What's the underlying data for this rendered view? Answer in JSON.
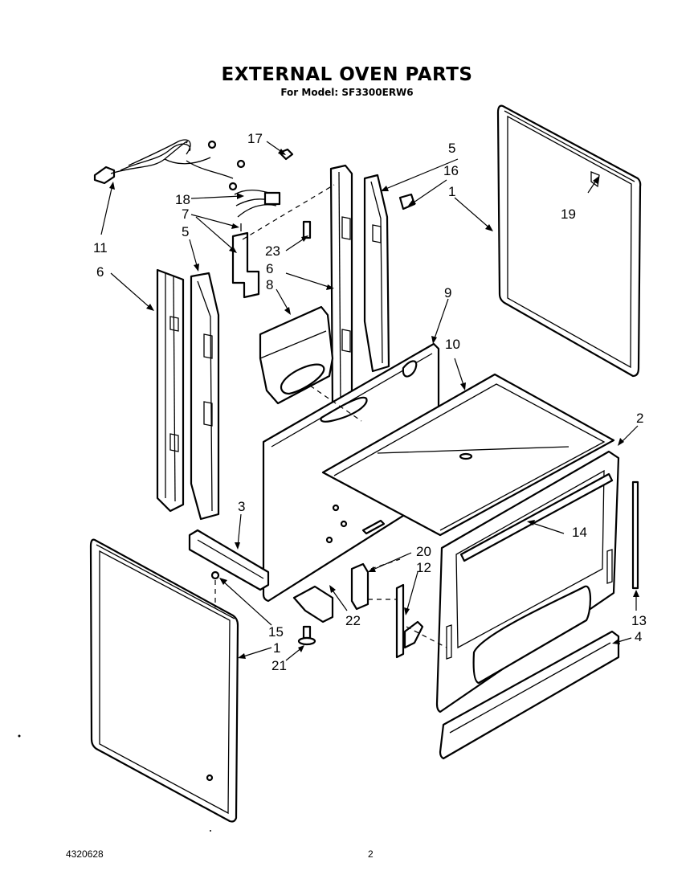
{
  "header": {
    "title": "EXTERNAL OVEN PARTS",
    "model_line": "For Model: SF3300ERW6"
  },
  "callouts": {
    "c1_right": "1",
    "c1_left": "1",
    "c2": "2",
    "c3": "3",
    "c4": "4",
    "c5_left": "5",
    "c5_right": "5",
    "c6_left": "6",
    "c6_mid": "6",
    "c7": "7",
    "c8": "8",
    "c9": "9",
    "c10": "10",
    "c11": "11",
    "c12": "12",
    "c13": "13",
    "c14": "14",
    "c15": "15",
    "c16": "16",
    "c17": "17",
    "c18": "18",
    "c19": "19",
    "c20": "20",
    "c21": "21",
    "c22": "22",
    "c23": "23"
  },
  "footer": {
    "part_number": "4320628",
    "page_number": "2"
  }
}
